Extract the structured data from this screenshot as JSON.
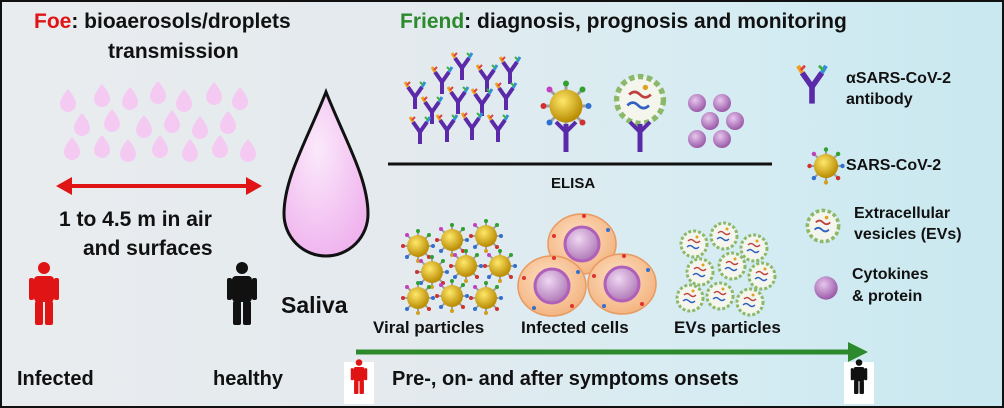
{
  "foe": {
    "label": "Foe",
    "rest": ": bioaerosols/droplets",
    "line2": "transmission",
    "distance_line1": "1 to 4.5 m in air",
    "distance_line2": "and surfaces",
    "infected": "Infected",
    "healthy": "healthy",
    "saliva": "Saliva"
  },
  "friend": {
    "label": "Friend",
    "rest": ": diagnosis, prognosis and monitoring",
    "elisa": "ELISA",
    "viral_particles": "Viral particles",
    "infected_cells": "Infected cells",
    "evs_particles": "EVs particles",
    "timeline": "Pre-, on- and after symptoms onsets"
  },
  "legend": {
    "antibody_1": "αSARS-CoV-2",
    "antibody_2": "antibody",
    "virus": "SARS-CoV-2",
    "ev_1": "Extracellular",
    "ev_2": "vesicles (EVs)",
    "cyto_1": "Cytokines",
    "cyto_2": "& protein"
  },
  "colors": {
    "foe": "#e01414",
    "friend": "#2c8a2c",
    "distance_arrow": "#e01414",
    "timeline_arrow": "#2c8a2c",
    "infected_person": "#e01414",
    "healthy_person": "#111111"
  },
  "icons": [
    "droplet-icon",
    "person-icon",
    "antibody-icon",
    "virus-icon",
    "vesicle-icon",
    "cytokine-icon",
    "infected-cell-icon"
  ]
}
